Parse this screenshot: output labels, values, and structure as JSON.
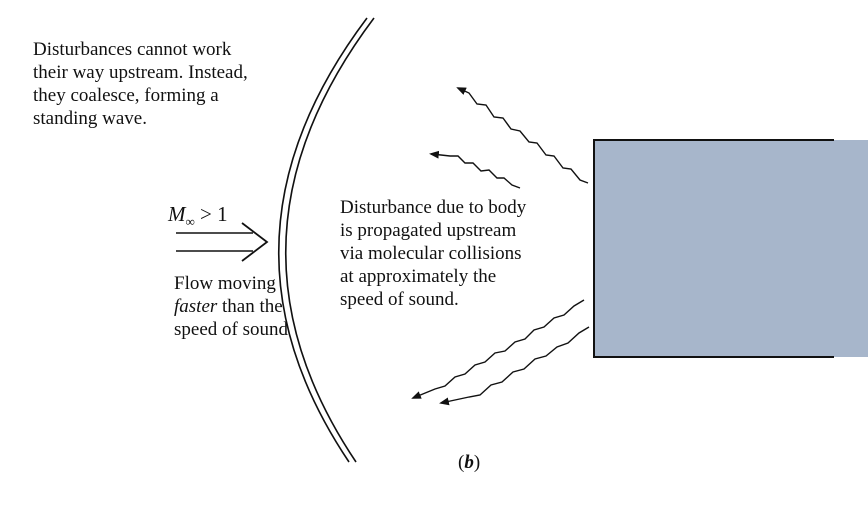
{
  "upstream_note": {
    "lines": [
      "Disturbances cannot work",
      "their way upstream. Instead,",
      "they coalesce, forming a",
      "standing wave."
    ]
  },
  "freestream": {
    "mach_symbol": "M",
    "mach_subscript": "∞",
    "mach_condition": "> 1",
    "flow_lines": [
      "Flow moving",
      "faster",
      " than the",
      "speed of sound"
    ]
  },
  "propagation_note": {
    "lines": [
      "Disturbance due to body",
      "is propagated upstream",
      "via molecular collisions",
      "at approximately the",
      "speed of sound."
    ]
  },
  "panel_label": {
    "open": "(",
    "letter": "b",
    "close": ")"
  },
  "colors": {
    "body_fill": "#a7b6cb",
    "line": "#111111",
    "text": "#111111"
  }
}
